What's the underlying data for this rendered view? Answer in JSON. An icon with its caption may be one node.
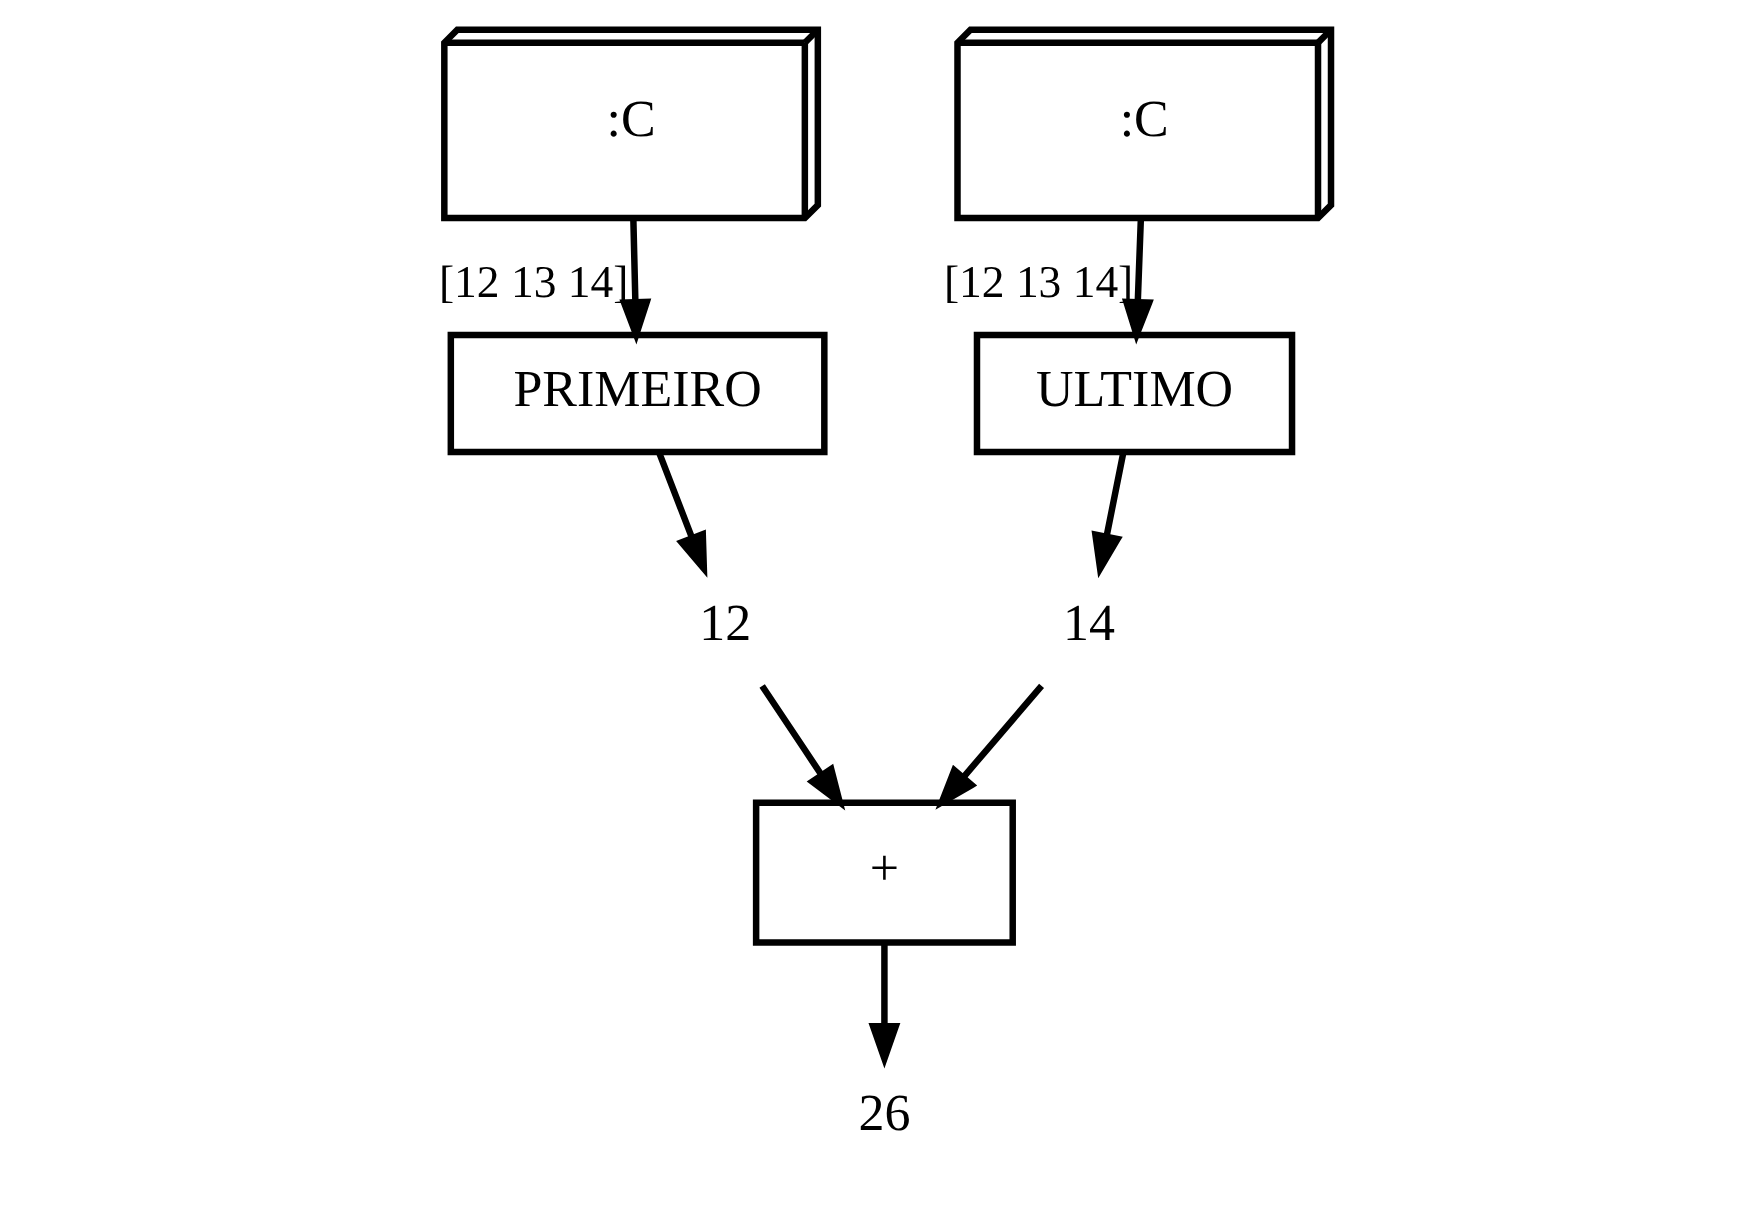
{
  "diagram": {
    "nodes": [
      {
        "text": [
          ":C"
        ]
      },
      {
        "text": [
          ":C"
        ]
      },
      {
        "text": [
          "PRIMEIRO"
        ]
      },
      {
        "text": [
          "ULTIMO"
        ]
      },
      {
        "text": [
          "12"
        ]
      },
      {
        "text": [
          "14"
        ]
      },
      {
        "text": [
          "+"
        ]
      },
      {
        "text": [
          "26"
        ]
      }
    ],
    "edges": [
      {
        "from": 0,
        "to": 2,
        "arrow": "to",
        "label": "[12 13 14]"
      },
      {
        "from": 1,
        "to": 3,
        "arrow": "to",
        "label": "[12 13 14]"
      },
      {
        "from": 2,
        "to": 4,
        "arrow": "to"
      },
      {
        "from": 3,
        "to": 5,
        "arrow": "to"
      },
      {
        "from": 4,
        "to": 6,
        "arrow": "to"
      },
      {
        "from": 5,
        "to": 6,
        "arrow": "to"
      },
      {
        "from": 6,
        "to": 7,
        "arrow": "to"
      }
    ]
  }
}
